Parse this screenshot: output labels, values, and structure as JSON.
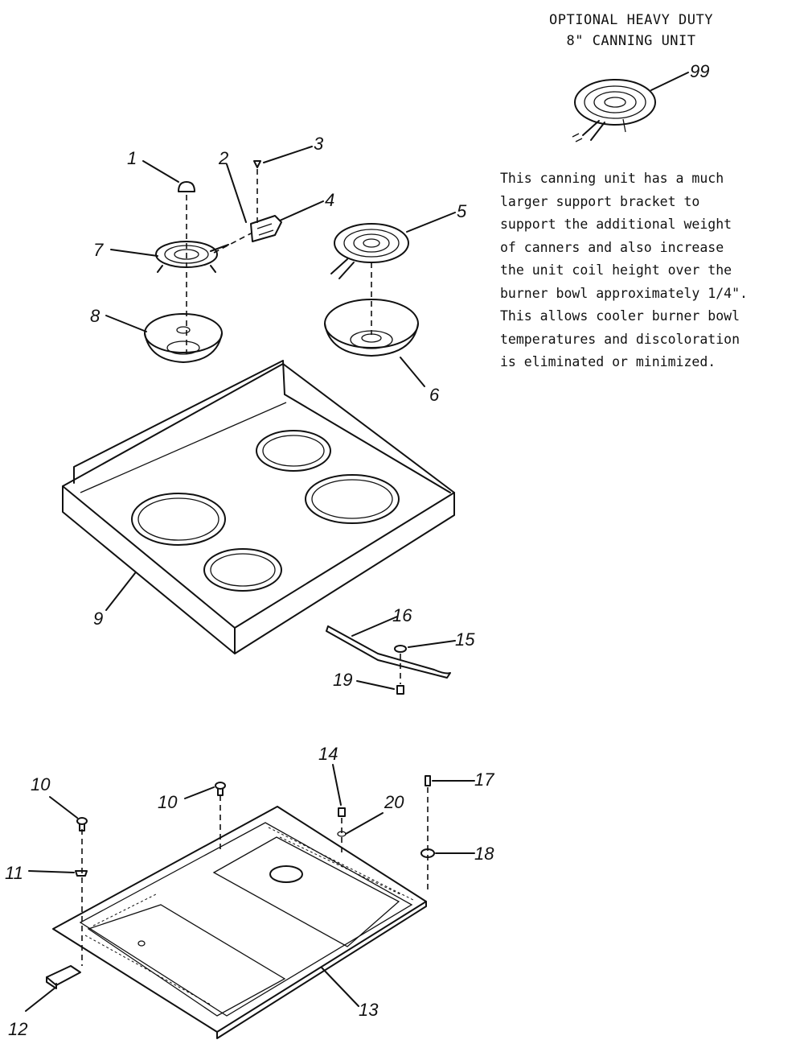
{
  "optional_unit": {
    "title_line1": "OPTIONAL HEAVY DUTY",
    "title_line2": "8\" CANNING UNIT",
    "description_lines": [
      "This canning unit has a much",
      "larger support bracket to",
      "support the additional weight",
      "of canners and also increase",
      "the unit coil height over the",
      "burner bowl approximately 1/4\".",
      "This allows cooler burner bowl",
      "temperatures and discoloration",
      "is eliminated or minimized."
    ]
  },
  "part_labels": {
    "p1": "1",
    "p2": "2",
    "p3": "3",
    "p4": "4",
    "p5": "5",
    "p6": "6",
    "p7": "7",
    "p8": "8",
    "p9": "9",
    "p10a": "10",
    "p10b": "10",
    "p11": "11",
    "p12": "12",
    "p13": "13",
    "p14": "14",
    "p15": "15",
    "p16": "16",
    "p17": "17",
    "p18": "18",
    "p19": "19",
    "p20": "20",
    "p99": "99"
  }
}
